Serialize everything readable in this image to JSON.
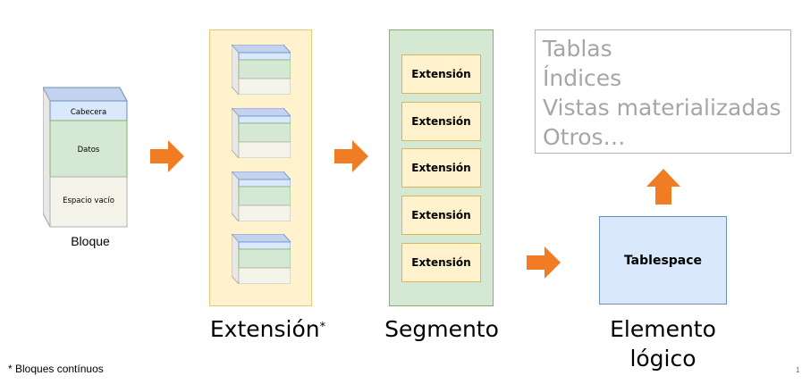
{
  "block": {
    "header_label": "Cabecera",
    "data_label": "Datos",
    "empty_label": "Espacio vacío",
    "caption": "Bloque"
  },
  "extension": {
    "label": "Extensión",
    "marker": "*"
  },
  "segment": {
    "label": "Segmento",
    "items": [
      "Extensión",
      "Extensión",
      "Extensión",
      "Extensión",
      "Extensión"
    ]
  },
  "tablespace": {
    "label": "Tablespace"
  },
  "logical": {
    "label_line1": "Elemento",
    "label_line2": "lógico",
    "objects": [
      "Tablas",
      "Índices",
      "Vistas materializadas",
      "Otros…"
    ]
  },
  "footnote": "* Bloques contínuos",
  "page_number": "1",
  "colors": {
    "header_blue": "#dae8fc",
    "data_green": "#d5e8d4",
    "empty_cream": "#f5f4ea",
    "extension_yellow": "#fff2cc",
    "arrow_orange": "#f07c24",
    "objects_gray": "#a6a6a6"
  },
  "icons": [
    "arrow-right-icon",
    "arrow-up-icon"
  ]
}
